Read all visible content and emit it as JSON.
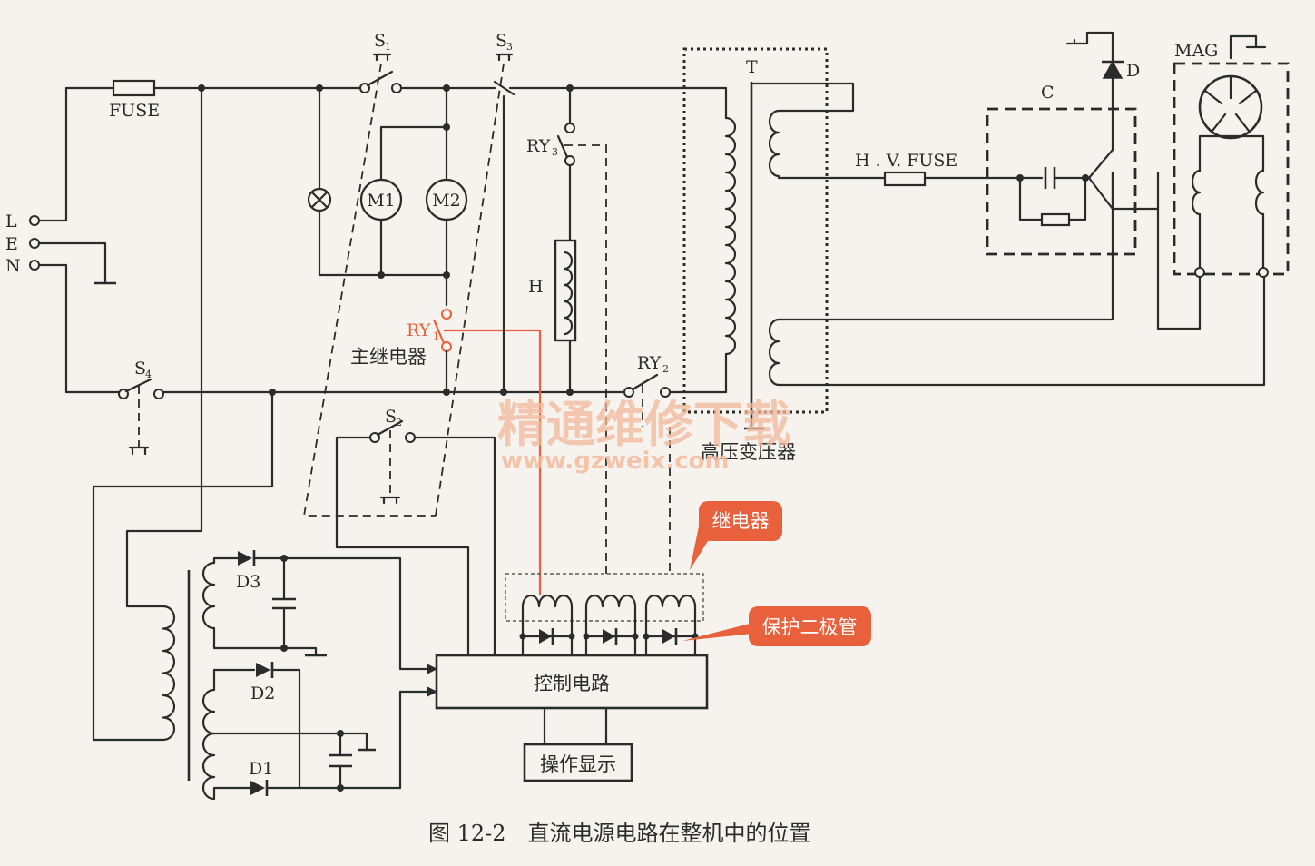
{
  "labels": {
    "fuse": "FUSE",
    "terminal_l": "L",
    "terminal_e": "E",
    "terminal_n": "N",
    "s1": "S",
    "s1_sub": "1",
    "s2": "S",
    "s2_sub": "2",
    "s3": "S",
    "s3_sub": "3",
    "s4": "S",
    "s4_sub": "4",
    "m1": "M1",
    "m2": "M2",
    "ry1": "RY",
    "ry1_sub": "1",
    "ry2": "RY",
    "ry2_sub": "2",
    "ry3": "RY",
    "ry3_sub": "3",
    "main_relay": "主继电器",
    "heater": "H",
    "transformer_t": "T",
    "hv_transformer": "高压变压器",
    "hv_fuse": "H . V. FUSE",
    "capacitor_c": "C",
    "diode_d": "D",
    "magnetron": "MAG",
    "d1": "D1",
    "d2": "D2",
    "d3": "D3",
    "control_circuit": "控制电路",
    "operation_display": "操作显示"
  },
  "callouts": {
    "relay": "继电器",
    "protection_diode": "保护二极管"
  },
  "watermark": {
    "title": "精通维修下载",
    "url": "www.gzweix.com"
  },
  "caption": "图 12-2　直流电源电路在整机中的位置",
  "colors": {
    "ink": "#2b2b2b",
    "highlight": "#e8603c",
    "background": "#f6f3ee"
  }
}
